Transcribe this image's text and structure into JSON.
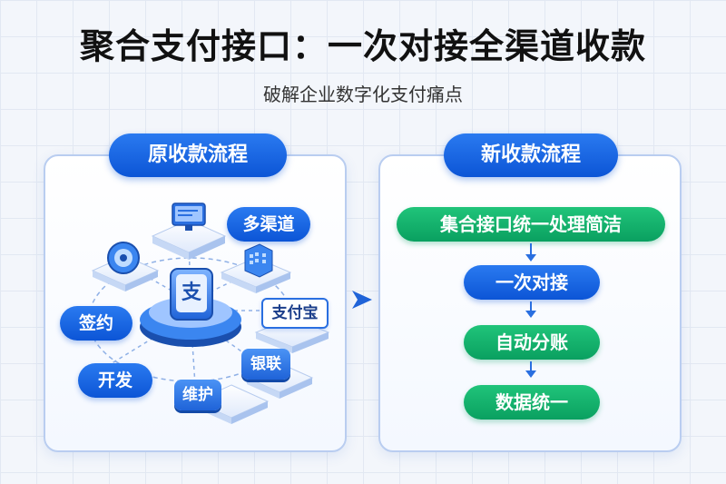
{
  "title": "聚合支付接口：一次对接全渠道收款",
  "subtitle": "破解企业数字化支付痛点",
  "left_panel": {
    "header": "原收款流程",
    "labels": {
      "multi_channel": "多渠道",
      "alipay": "支付宝",
      "unionpay": "银联",
      "maintain": "维护",
      "sign": "签约",
      "develop": "开发"
    },
    "hub_glyph": "支"
  },
  "right_panel": {
    "header": "新收款流程",
    "steps": [
      "集合接口统一处理简洁",
      "一次对接",
      "自动分账",
      "数据统一"
    ]
  },
  "colors": {
    "primary_blue": "#0c55d6",
    "green": "#0aa060",
    "border": "#b9cdf0"
  }
}
